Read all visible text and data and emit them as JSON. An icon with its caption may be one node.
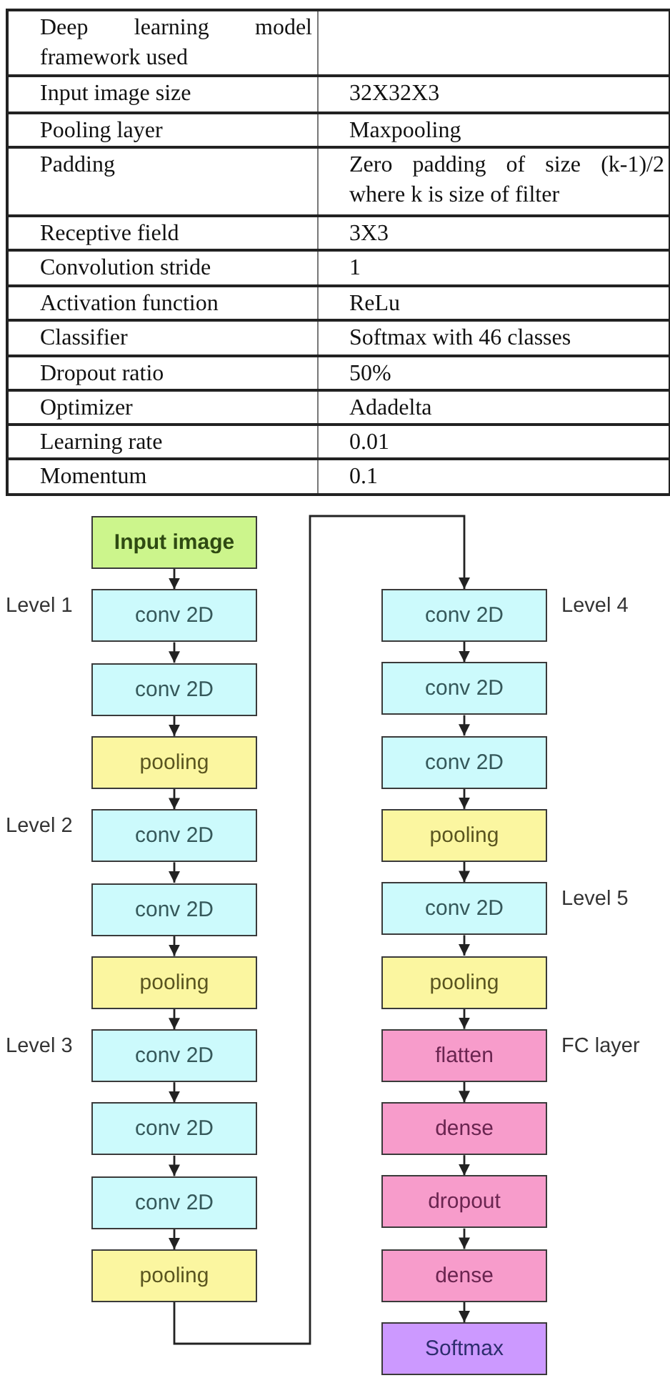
{
  "diagram": {
    "nodes": [
      {
        "text": [
          "Input image"
        ]
      },
      {
        "text": [
          "conv 2D"
        ],
        "beside": [
          "Level 1"
        ]
      },
      {
        "text": [
          "conv 2D"
        ]
      },
      {
        "text": [
          "pooling"
        ]
      },
      {
        "text": [
          "conv 2D"
        ],
        "beside": [
          "Level 2"
        ]
      },
      {
        "text": [
          "conv 2D"
        ]
      },
      {
        "text": [
          "pooling"
        ]
      },
      {
        "text": [
          "conv 2D"
        ],
        "beside": [
          "Level 3"
        ]
      },
      {
        "text": [
          "conv 2D"
        ]
      },
      {
        "text": [
          "conv 2D"
        ]
      },
      {
        "text": [
          "pooling"
        ]
      },
      {
        "text": [
          "conv 2D"
        ],
        "beside": [
          "Level 4"
        ]
      },
      {
        "text": [
          "conv 2D"
        ]
      },
      {
        "text": [
          "conv 2D"
        ]
      },
      {
        "text": [
          "pooling"
        ]
      },
      {
        "text": [
          "conv 2D"
        ],
        "beside": [
          "Level 5"
        ]
      },
      {
        "text": [
          "pooling"
        ]
      },
      {
        "text": [
          "flatten"
        ],
        "beside": [
          "FC layer"
        ]
      },
      {
        "text": [
          "dense"
        ]
      },
      {
        "text": [
          "dropout"
        ]
      },
      {
        "text": [
          "dense"
        ]
      },
      {
        "text": [
          "Softmax"
        ]
      }
    ],
    "edges": [
      {
        "from": 0,
        "to": 1,
        "arrow": "to"
      },
      {
        "from": 1,
        "to": 2,
        "arrow": "to"
      },
      {
        "from": 2,
        "to": 3,
        "arrow": "to"
      },
      {
        "from": 3,
        "to": 4,
        "arrow": "to"
      },
      {
        "from": 4,
        "to": 5,
        "arrow": "to"
      },
      {
        "from": 5,
        "to": 6,
        "arrow": "to"
      },
      {
        "from": 6,
        "to": 7,
        "arrow": "to"
      },
      {
        "from": 7,
        "to": 8,
        "arrow": "to"
      },
      {
        "from": 8,
        "to": 9,
        "arrow": "to"
      },
      {
        "from": 9,
        "to": 10,
        "arrow": "to"
      },
      {
        "from": 10,
        "to": 11,
        "arrow": "to"
      },
      {
        "from": 11,
        "to": 12,
        "arrow": "to"
      },
      {
        "from": 12,
        "to": 13,
        "arrow": "to"
      },
      {
        "from": 13,
        "to": 14,
        "arrow": "to"
      },
      {
        "from": 14,
        "to": 15,
        "arrow": "to"
      },
      {
        "from": 15,
        "to": 16,
        "arrow": "to"
      },
      {
        "from": 16,
        "to": 17,
        "arrow": "to"
      },
      {
        "from": 17,
        "to": 18,
        "arrow": "to"
      },
      {
        "from": 18,
        "to": 19,
        "arrow": "to"
      },
      {
        "from": 19,
        "to": 20,
        "arrow": "to"
      },
      {
        "from": 20,
        "to": 21,
        "arrow": "to"
      }
    ],
    "labels": [
      "Deep learning model framework used",
      "Input image size",
      "32X32X3",
      "Pooling layer",
      "Maxpooling",
      "Padding",
      "Zero padding of size (k-1)/2 where k is size of filter",
      "Receptive field",
      "3X3",
      "Convolution stride",
      "1",
      "Activation function",
      "ReLu",
      "Classifier",
      "Softmax with 46 classes",
      "Dropout ratio",
      "50%",
      "Optimizer",
      "Adadelta",
      "Learning rate",
      "0.01",
      "Momentum",
      "0.1"
    ]
  }
}
